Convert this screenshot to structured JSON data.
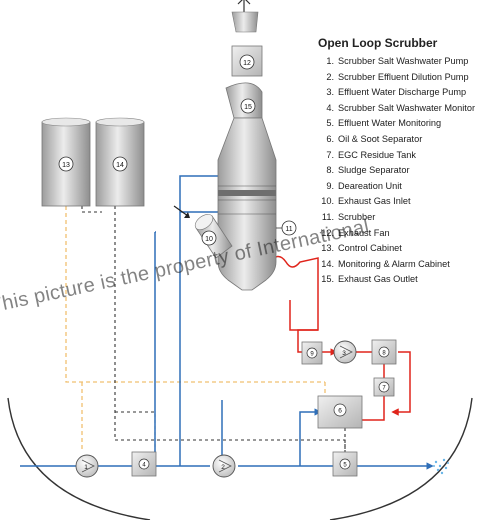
{
  "legend": {
    "title": "Open Loop Scrubber",
    "items": [
      {
        "num": "1.",
        "label": "Scrubber Salt Washwater Pump"
      },
      {
        "num": "2.",
        "label": "Scrubber Effluent Dilution Pump"
      },
      {
        "num": "3.",
        "label": "Effluent Water Discharge Pump"
      },
      {
        "num": "4.",
        "label": "Scrubber Salt Washwater Monitor"
      },
      {
        "num": "5.",
        "label": "Effluent Water Monitoring"
      },
      {
        "num": "6.",
        "label": "Oil & Soot Separator"
      },
      {
        "num": "7.",
        "label": "EGC Residue Tank"
      },
      {
        "num": "8.",
        "label": "Sludge Separator"
      },
      {
        "num": "9.",
        "label": "Deareation Unit"
      },
      {
        "num": "10.",
        "label": "Exhaust Gas Inlet"
      },
      {
        "num": "11.",
        "label": "Scrubber"
      },
      {
        "num": "12.",
        "label": "Exhaust Fan"
      },
      {
        "num": "13.",
        "label": "Control Cabinet"
      },
      {
        "num": "14.",
        "label": "Monitoring & Alarm Cabinet"
      },
      {
        "num": "15.",
        "label": "Exhaust Gas Outlet"
      }
    ]
  },
  "components": {
    "c1": "1",
    "c2": "2",
    "c3": "3",
    "c4": "4",
    "c5": "5",
    "c6": "6",
    "c7": "7",
    "c8": "8",
    "c9": "9",
    "c10": "10",
    "c11": "11",
    "c12": "12",
    "c13": "13",
    "c14": "14",
    "c15": "15"
  },
  "watermark": "This picture is the property of International",
  "colors": {
    "water_line": "#2f6fb8",
    "sludge_line": "#e0241b",
    "signal_line": "#f0c070",
    "control_line": "#333333",
    "equipment_fill": "#d6d6d6"
  }
}
